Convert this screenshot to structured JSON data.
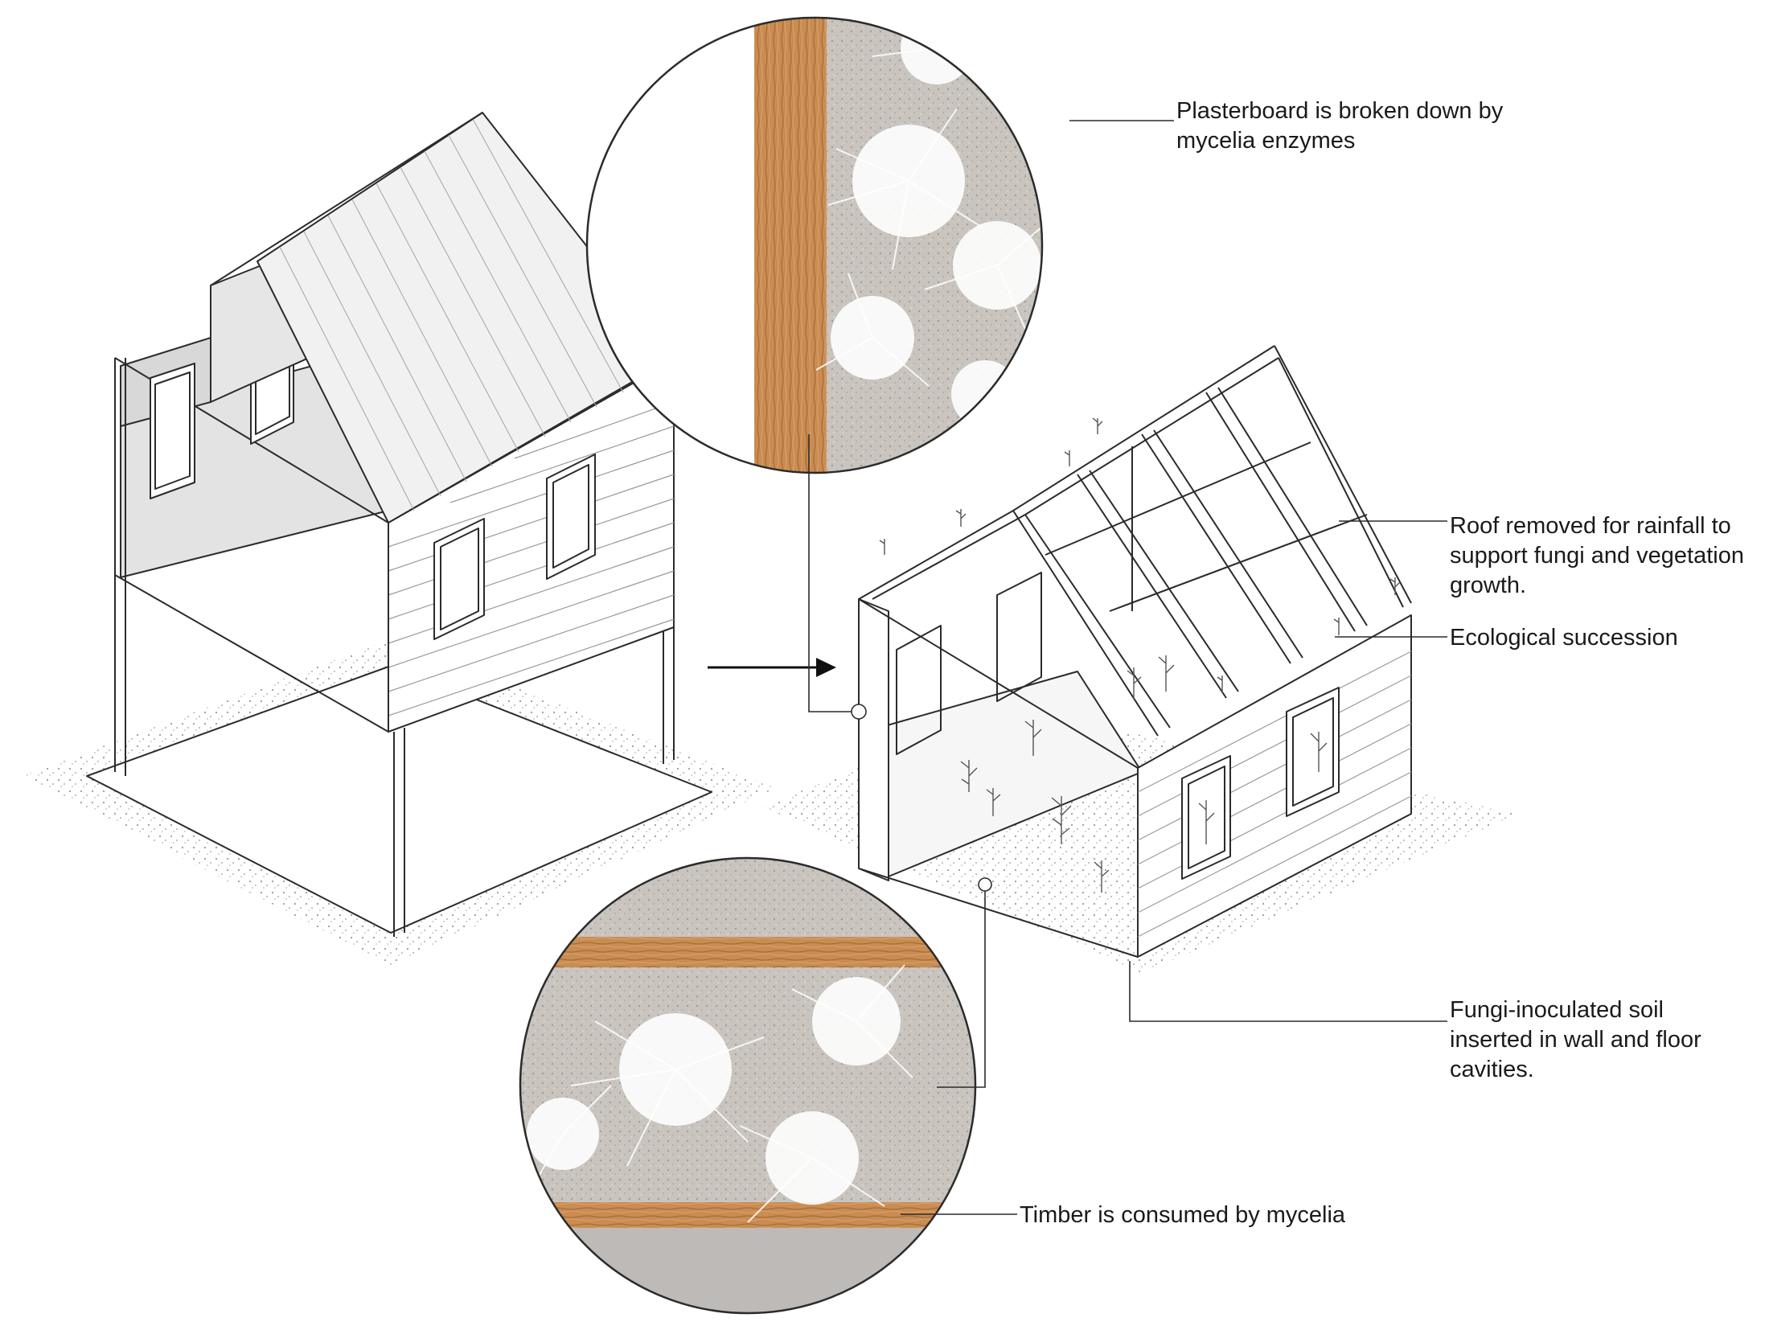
{
  "labels": {
    "plasterboard": [
      "Plasterboard is broken down by",
      "mycelia enzymes"
    ],
    "roof": [
      "Roof removed for rainfall to",
      "support fungi and vegetation",
      "growth."
    ],
    "succession": [
      "Ecological succession"
    ],
    "soil": [
      "Fungi-inoculated soil",
      "inserted in wall and floor",
      "cavities."
    ],
    "timber": [
      "Timber is consumed by mycelia"
    ]
  },
  "colors": {
    "timber": "#c78a4f",
    "plaster": "#c9c2bd",
    "soil": "#cfcac6",
    "line": "#2b2b2b",
    "shade": "#dcdcdc",
    "mycelia": "#ffffff"
  }
}
